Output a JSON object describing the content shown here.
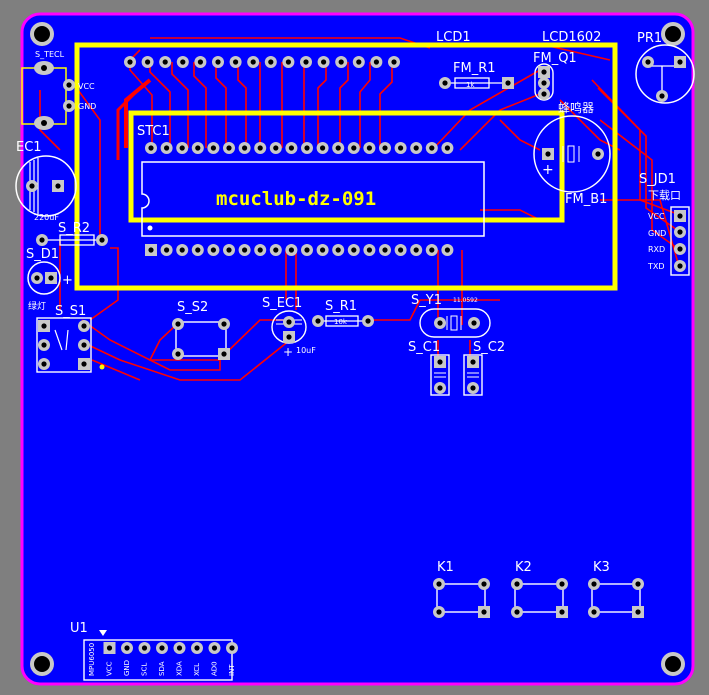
{
  "board": {
    "colors": {
      "background": "#7f7f7f",
      "board_fill": "#0000ff",
      "board_edge": "#ff00ff",
      "copper_trace": "#ff0000",
      "silkscreen": "#ffffff",
      "outline_highlight": "#ffff00",
      "pad_fill": "#c8c8c8",
      "hole": "#000000"
    },
    "center_text": "mcuclub-dz-091"
  },
  "labels": {
    "lcd1": "LCD1",
    "lcd1602": "LCD1602",
    "fm_r1": "FM_R1",
    "fm_r1_value": "1k",
    "fm_q1": "FM_Q1",
    "buzzer": "蜂鸣器",
    "fm_b1": "FM_B1",
    "pr1": "PR1",
    "stc1": "STC1",
    "s_tecl": "S_TECL",
    "vcc": "VCC",
    "gnd": "GND",
    "ec1": "EC1",
    "ec1_value": "220uF",
    "s_r2": "S_R2",
    "s_d1": "S_D1",
    "led_cn": "绿灯",
    "s_s1": "S_S1",
    "s_s2": "S_S2",
    "s_ec1": "S_EC1",
    "s_ec1_value": "10uF",
    "s_r1": "S_R1",
    "s_r1_value": "10k",
    "s_y1": "S_Y1",
    "s_y1_value": "11.0592",
    "s_c1": "S_C1",
    "s_c2": "S_C2",
    "s_jd1": "S_JD1",
    "download_port": "下载口",
    "jd_vcc": "VCC",
    "jd_gnd": "GND",
    "jd_rxd": "RXD",
    "jd_txd": "TXD",
    "k1": "K1",
    "k2": "K2",
    "k3": "K3",
    "u1": "U1",
    "u1_pins": [
      "MPU6050",
      "VCC",
      "GND",
      "SCL",
      "SDA",
      "XDA",
      "XCL",
      "AD0",
      "INT"
    ]
  }
}
